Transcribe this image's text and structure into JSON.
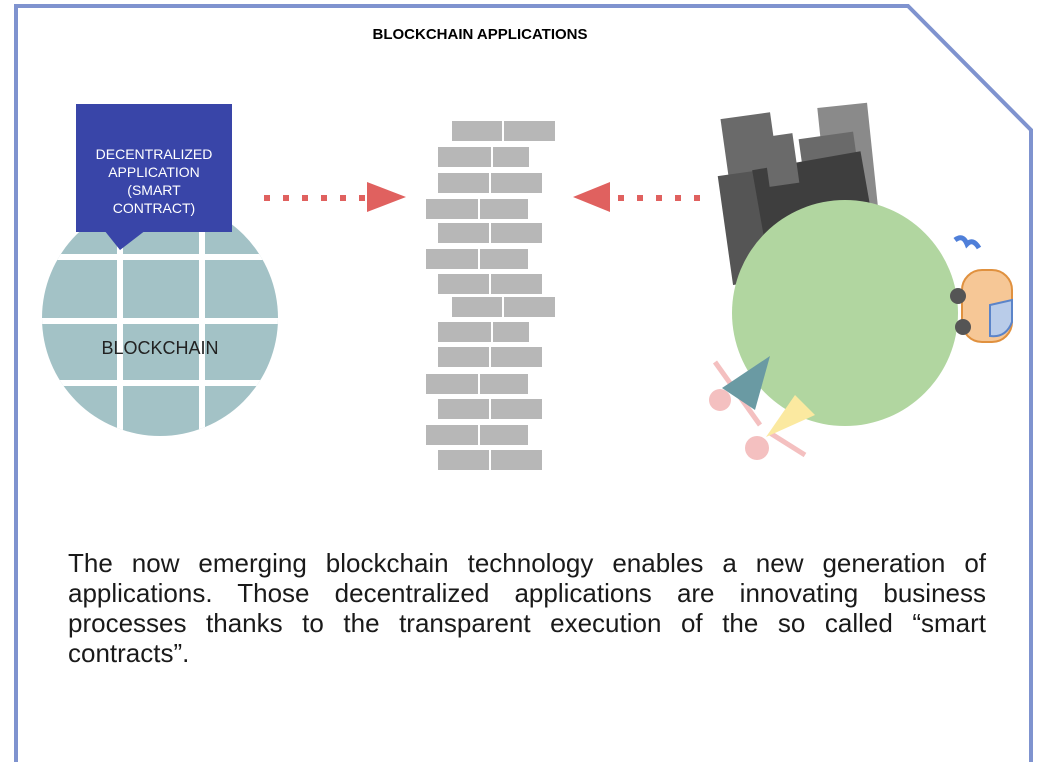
{
  "diagram": {
    "title": "BLOCKCHAIN APPLICATIONS",
    "callout_lines": [
      "DECENTRALIZED",
      "APPLICATION",
      "(SMART",
      "CONTRACT)"
    ],
    "blockchain_label": "BLOCKCHAIN",
    "description": "The now emerging blockchain technology enables a new generation of applications. Those decentralized applications are innovating business processes thanks to the transparent execution of the so called “smart contracts”.",
    "colors": {
      "frame": "#7f93cf",
      "callout": "#3945a8",
      "globe": "#a3c2c6",
      "brick": "#b7b7b7",
      "arrow": "#e0615f",
      "world": "#b1d6a0"
    }
  }
}
